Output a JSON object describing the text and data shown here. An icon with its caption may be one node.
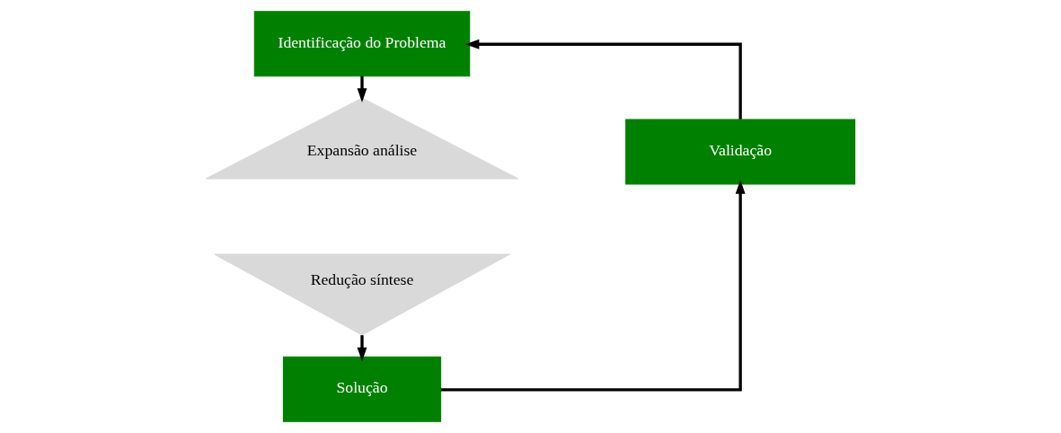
{
  "diagram": {
    "nodes": [
      {
        "text": [
          "Identificação do Problema"
        ]
      },
      {
        "text": [
          "Expansão análise"
        ]
      },
      {
        "text": [
          "Redução síntese"
        ]
      },
      {
        "text": [
          "Solução"
        ]
      },
      {
        "text": [
          "Validação"
        ]
      }
    ],
    "edges": [
      {
        "from": 0,
        "to": 1,
        "arrow": "to"
      },
      {
        "from": 2,
        "to": 3,
        "arrow": "to"
      },
      {
        "from": 3,
        "to": 4,
        "arrow": "to"
      },
      {
        "from": 4,
        "to": 0,
        "arrow": "to"
      }
    ]
  }
}
